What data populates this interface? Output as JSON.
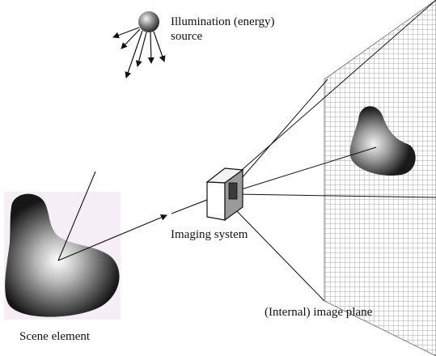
{
  "labels": {
    "illumination_line1": "Illumination (energy)",
    "illumination_line2": "source",
    "imaging_system": "Imaging system",
    "image_plane": "(Internal) image plane",
    "scene_element": "Scene element"
  },
  "colors": {
    "line": "#111111",
    "grid": "#8a8a8a",
    "scene_bg": "#f6eef6"
  }
}
